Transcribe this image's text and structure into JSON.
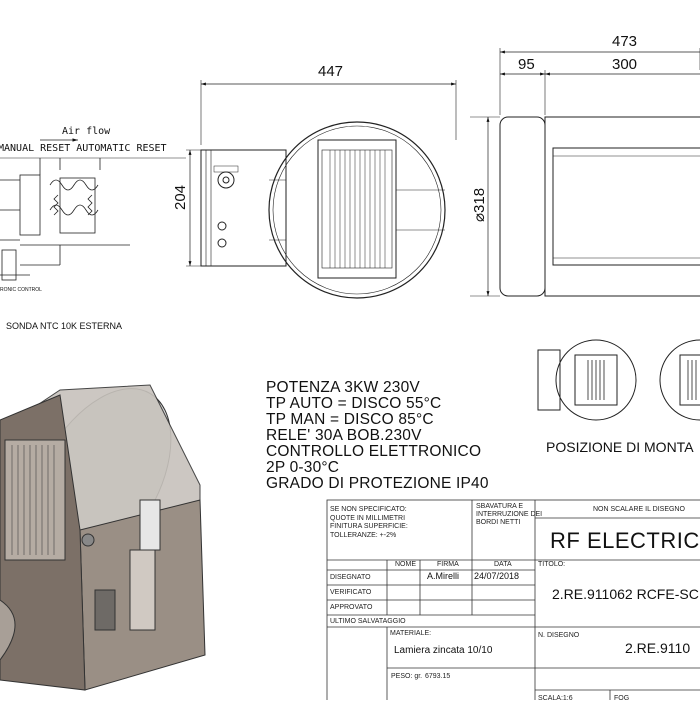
{
  "dimensions": {
    "overall_length": "447",
    "height": "204",
    "total_depth": "473",
    "flange_depth": "95",
    "body_depth": "300",
    "diameter": "⌀318"
  },
  "schematic": {
    "airflow_label": "Air flow",
    "reset_label": "MANUAL RESET AUTOMATIC RESET",
    "control_label": "RONIC CONTROL",
    "sensor_label": "SONDA NTC 10K ESTERNA"
  },
  "specs": [
    "POTENZA 3KW 230V",
    "TP AUTO = DISCO 55°C",
    "TP MAN = DISCO 85°C",
    "RELE' 30A BOB.230V",
    "CONTROLLO ELETTRONICO",
    "2P 0-30°C",
    "GRADO DI PROTEZIONE IP40"
  ],
  "mounting": {
    "label": "POSIZIONE DI MONTA"
  },
  "title_block": {
    "unspecified_note": [
      "SE NON SPECIFICATO:",
      "QUOTE IN MILLIMETRI",
      "FINITURA SUPERFICIE:",
      "TOLLERANZE: +-2%"
    ],
    "deburr_note": [
      "SBAVATURA E",
      "INTERRUZIONE DEI",
      "BORDI NETTI"
    ],
    "no_scale_note": "NON SCALARE IL DISEGNO",
    "title_main": "RF ELECTRIC S",
    "col_name": "NOME",
    "col_signature": "FIRMA",
    "col_date": "DATA",
    "title_label": "TITOLO:",
    "row_drawn": "DISEGNATO",
    "row_checked": "VERIFICATO",
    "row_approved": "APPROVATO",
    "row_last_saved": "ULTIMO SALVATAGGIO",
    "drawn_signature": "A.Mirelli",
    "drawn_date": "24/07/2018",
    "title_code": "2.RE.911062 RCFE-SC",
    "material_label": "MATERIALE:",
    "material_value": "Lamiera zincata 10/10",
    "drawing_no_label": "N. DISEGNO",
    "drawing_no_value": "2.RE.9110",
    "weight_label": "PESO: gr.",
    "weight_value": "6793.15",
    "scale_label": "SCALA:1:6",
    "sheet_label": "FOG"
  }
}
